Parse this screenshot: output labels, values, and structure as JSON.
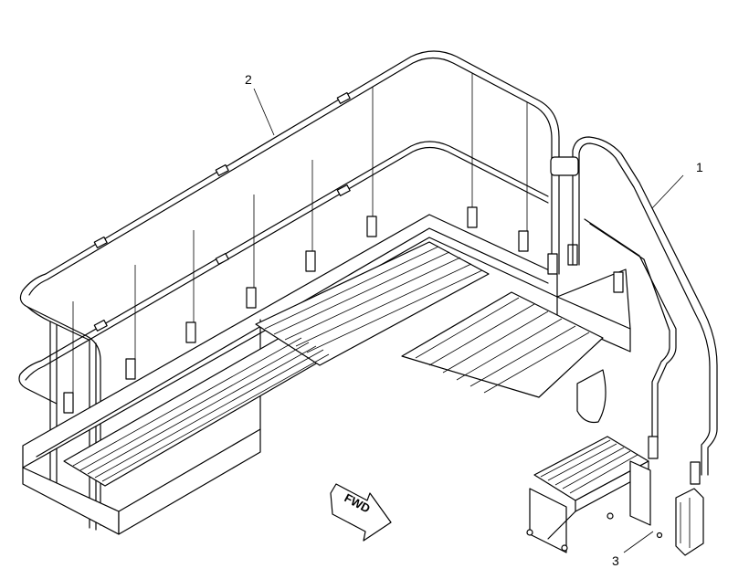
{
  "callouts": {
    "handrail_ladder": "1",
    "handrail_platform": "2",
    "hardware": "3"
  },
  "direction_arrow": {
    "label": "FWD"
  },
  "colors": {
    "line": "#000000",
    "background": "#ffffff"
  }
}
